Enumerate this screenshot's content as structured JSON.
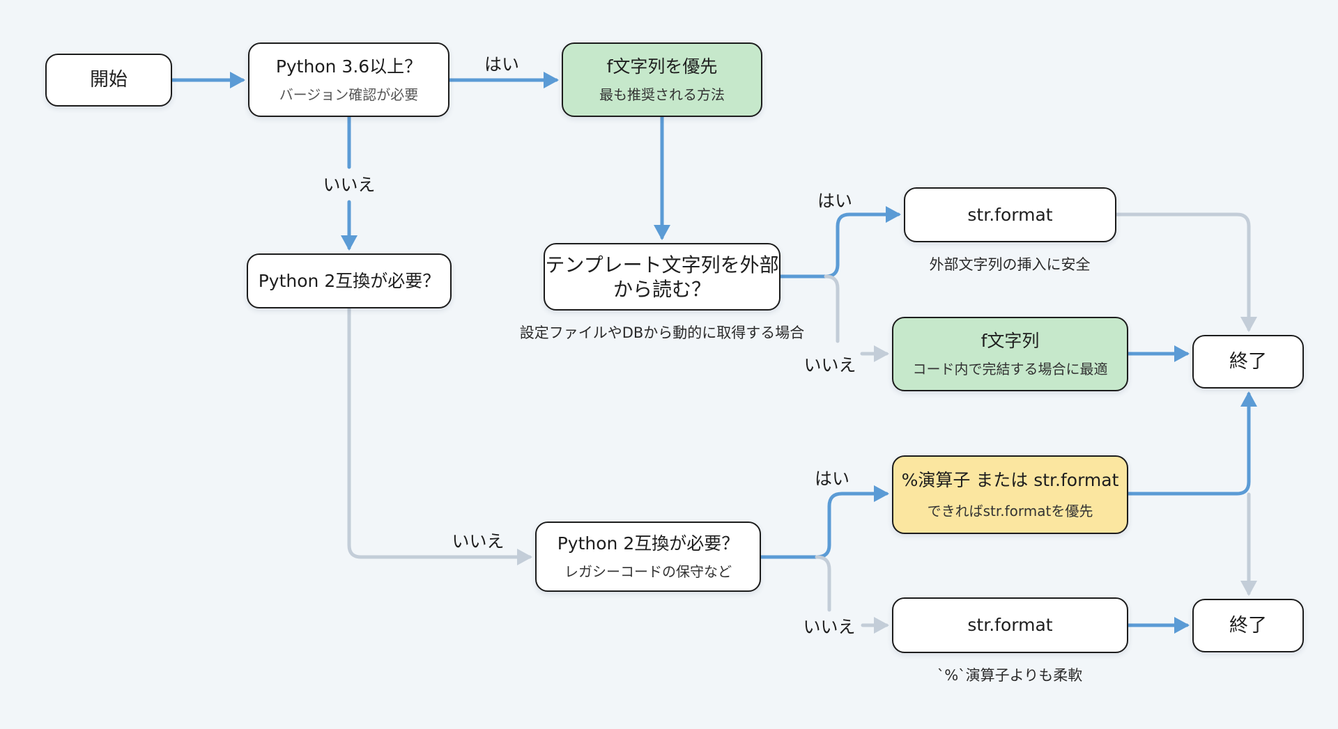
{
  "diagram": {
    "colors": {
      "background": "#f2f6f9",
      "edge_primary": "#5b9bd5",
      "edge_secondary": "#c3cdd8",
      "node_default": "#ffffff",
      "node_recommended": "#c6e8cb",
      "node_caution": "#fbe6a0",
      "node_border": "#1c1c1c"
    },
    "nodes": {
      "start": {
        "title": "開始"
      },
      "py36": {
        "title": "Python 3.6以上？",
        "sub": "バージョン確認が必要"
      },
      "fstring_pref": {
        "title": "f文字列を優先",
        "sub": "最も推奨される方法"
      },
      "py2_left": {
        "title": "Python 2互換が必要？"
      },
      "template_ext": {
        "title_line1": "テンプレート文字列を外部",
        "title_line2": "から読む？",
        "note": "設定ファイルやDBから動的に取得する場合"
      },
      "strformat_top": {
        "title": "str.format",
        "note": "外部文字列の挿入に安全"
      },
      "fstring": {
        "title": "f文字列",
        "sub": "コード内で完結する場合に最適"
      },
      "end_top": {
        "title": "終了"
      },
      "percent_or_format": {
        "title": "%演算子 または str.format",
        "sub": "できればstr.formatを優先"
      },
      "py2_lower": {
        "title": "Python 2互換が必要？",
        "sub": "レガシーコードの保守など"
      },
      "strformat_bottom": {
        "title": "str.format",
        "note": "`%`演算子よりも柔軟"
      },
      "end_bottom": {
        "title": "終了"
      }
    },
    "edge_labels": {
      "py36_yes": "はい",
      "py36_no": "いいえ",
      "template_yes": "はい",
      "template_no": "いいえ",
      "py2left_no": "いいえ",
      "py2lower_yes": "はい",
      "py2lower_no": "いいえ"
    },
    "edges": [
      {
        "from": "start",
        "to": "py36",
        "style": "primary"
      },
      {
        "from": "py36",
        "to": "fstring_pref",
        "label": "はい",
        "style": "primary"
      },
      {
        "from": "py36",
        "to": "py2_left",
        "label": "いいえ",
        "style": "primary"
      },
      {
        "from": "fstring_pref",
        "to": "template_ext",
        "style": "primary"
      },
      {
        "from": "template_ext",
        "to": "strformat_top",
        "label": "はい",
        "style": "primary"
      },
      {
        "from": "template_ext",
        "to": "fstring",
        "label": "いいえ",
        "style": "secondary"
      },
      {
        "from": "strformat_top",
        "to": "end_top",
        "style": "secondary"
      },
      {
        "from": "fstring",
        "to": "end_top",
        "style": "primary"
      },
      {
        "from": "py2_left",
        "to": "py2_lower",
        "label": "いいえ",
        "style": "secondary"
      },
      {
        "from": "py2_lower",
        "to": "percent_or_format",
        "label": "はい",
        "style": "primary"
      },
      {
        "from": "py2_lower",
        "to": "strformat_bottom",
        "label": "いいえ",
        "style": "secondary"
      },
      {
        "from": "percent_or_format",
        "to": "end_top",
        "style": "primary"
      },
      {
        "from": "percent_or_format",
        "to": "end_bottom",
        "style": "secondary"
      },
      {
        "from": "strformat_bottom",
        "to": "end_bottom",
        "style": "primary"
      }
    ]
  }
}
